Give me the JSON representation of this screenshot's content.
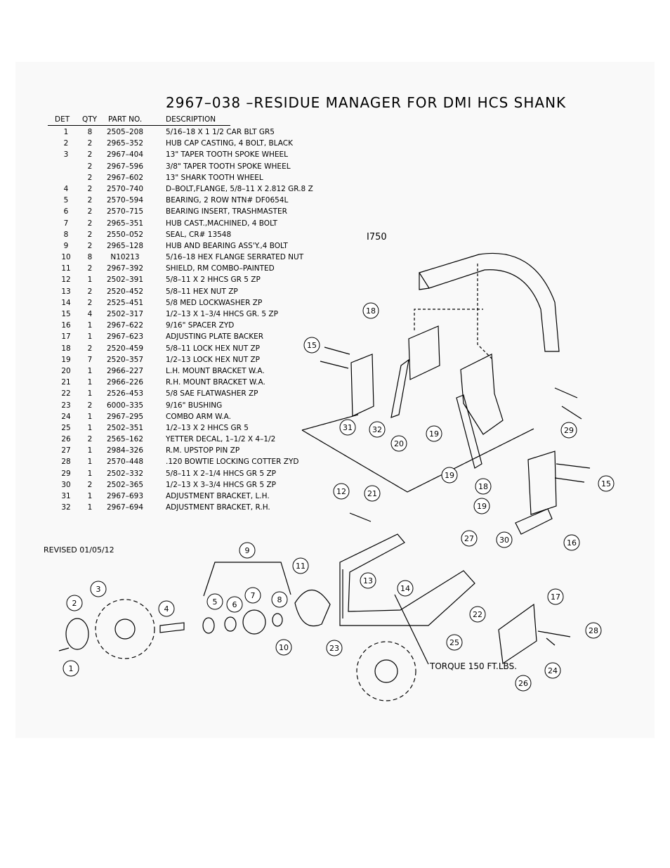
{
  "title": "2967–038 –RESIDUE MANAGER FOR DMI HCS SHANK",
  "columns": {
    "det": "DET",
    "qty": "QTY",
    "part": "PART NO.",
    "desc": "DESCRIPTION"
  },
  "rows": [
    {
      "det": "1",
      "qty": "8",
      "part": "2505–208",
      "desc": "5/16–18 X 1 1/2 CAR BLT GR5"
    },
    {
      "det": "2",
      "qty": "2",
      "part": "2965–352",
      "desc": "HUB CAP CASTING, 4 BOLT, BLACK"
    },
    {
      "det": "3",
      "qty": "2",
      "part": "2967–404",
      "desc": "13\" TAPER TOOTH SPOKE WHEEL"
    },
    {
      "det": "",
      "qty": "2",
      "part": "2967–596",
      "desc": "3/8\" TAPER TOOTH SPOKE WHEEL"
    },
    {
      "det": "",
      "qty": "2",
      "part": "2967–602",
      "desc": "13\" SHARK TOOTH WHEEL"
    },
    {
      "det": "4",
      "qty": "2",
      "part": "2570–740",
      "desc": "D–BOLT,FLANGE, 5/8–11 X 2.812 GR.8 Z"
    },
    {
      "det": "5",
      "qty": "2",
      "part": "2570–594",
      "desc": "BEARING, 2 ROW NTN# DF0654L"
    },
    {
      "det": "6",
      "qty": "2",
      "part": "2570–715",
      "desc": "BEARING INSERT, TRASHMASTER"
    },
    {
      "det": "7",
      "qty": "2",
      "part": "2965–351",
      "desc": "HUB CAST.,MACHINED, 4 BOLT"
    },
    {
      "det": "8",
      "qty": "2",
      "part": "2550–052",
      "desc": "SEAL, CR# 13548"
    },
    {
      "det": "9",
      "qty": "2",
      "part": "2965–128",
      "desc": "HUB AND BEARING ASS'Y.,4 BOLT"
    },
    {
      "det": "10",
      "qty": "8",
      "part": "N10213",
      "desc": "5/16–18 HEX FLANGE SERRATED NUT"
    },
    {
      "det": "11",
      "qty": "2",
      "part": "2967–392",
      "desc": "SHIELD, RM COMBO–PAINTED"
    },
    {
      "det": "12",
      "qty": "1",
      "part": "2502–391",
      "desc": "5/8–11 X 2 HHCS GR 5 ZP"
    },
    {
      "det": "13",
      "qty": "2",
      "part": "2520–452",
      "desc": "5/8–11 HEX NUT ZP"
    },
    {
      "det": "14",
      "qty": "2",
      "part": "2525–451",
      "desc": "5/8 MED LOCKWASHER ZP"
    },
    {
      "det": "15",
      "qty": "4",
      "part": "2502–317",
      "desc": "1/2–13 X 1–3/4 HHCS GR. 5 ZP"
    },
    {
      "det": "16",
      "qty": "1",
      "part": "2967–622",
      "desc": "9/16\" SPACER ZYD"
    },
    {
      "det": "17",
      "qty": "1",
      "part": "2967–623",
      "desc": "ADJUSTING PLATE BACKER"
    },
    {
      "det": "18",
      "qty": "2",
      "part": "2520–459",
      "desc": "5/8–11 LOCK HEX NUT ZP"
    },
    {
      "det": "19",
      "qty": "7",
      "part": "2520–357",
      "desc": "1/2–13 LOCK HEX NUT ZP"
    },
    {
      "det": "20",
      "qty": "1",
      "part": "2966–227",
      "desc": "L.H. MOUNT BRACKET W.A."
    },
    {
      "det": "21",
      "qty": "1",
      "part": "2966–226",
      "desc": "R.H. MOUNT BRACKET W.A."
    },
    {
      "det": "22",
      "qty": "1",
      "part": "2526–453",
      "desc": "5/8 SAE FLATWASHER ZP"
    },
    {
      "det": "23",
      "qty": "2",
      "part": "6000–335",
      "desc": "9/16\" BUSHING"
    },
    {
      "det": "24",
      "qty": "1",
      "part": "2967–295",
      "desc": "COMBO ARM W.A."
    },
    {
      "det": "25",
      "qty": "1",
      "part": "2502–351",
      "desc": "1/2–13 X 2 HHCS GR 5"
    },
    {
      "det": "26",
      "qty": "2",
      "part": "2565–162",
      "desc": "YETTER DECAL, 1–1/2 X 4–1/2"
    },
    {
      "det": "27",
      "qty": "1",
      "part": "2984–326",
      "desc": "R.M. UPSTOP PIN ZP"
    },
    {
      "det": "28",
      "qty": "1",
      "part": "2570–448",
      "desc": ".120 BOWTIE LOCKING COTTER ZYD"
    },
    {
      "det": "29",
      "qty": "1",
      "part": "2502–332",
      "desc": "5/8–11 X 2–1/4 HHCS GR 5 ZP"
    },
    {
      "det": "30",
      "qty": "2",
      "part": "2502–365",
      "desc": "1/2–13 X 3–3/4 HHCS GR 5 ZP"
    },
    {
      "det": "31",
      "qty": "1",
      "part": "2967–693",
      "desc": "ADJUSTMENT BRACKET, L.H."
    },
    {
      "det": "32",
      "qty": "1",
      "part": "2967–694",
      "desc": "ADJUSTMENT BRACKET, R.H."
    }
  ],
  "revised": "REVISED 01/05/12",
  "model": "I750",
  "torque_note": "TORQUE 150 FT.LBS.",
  "callouts": [
    "1",
    "2",
    "3",
    "4",
    "5",
    "6",
    "7",
    "8",
    "9",
    "10",
    "11",
    "12",
    "13",
    "14",
    "15",
    "15",
    "16",
    "17",
    "18",
    "18",
    "19",
    "19",
    "19",
    "20",
    "21",
    "22",
    "23",
    "24",
    "25",
    "26",
    "27",
    "28",
    "29",
    "30",
    "31",
    "32"
  ]
}
